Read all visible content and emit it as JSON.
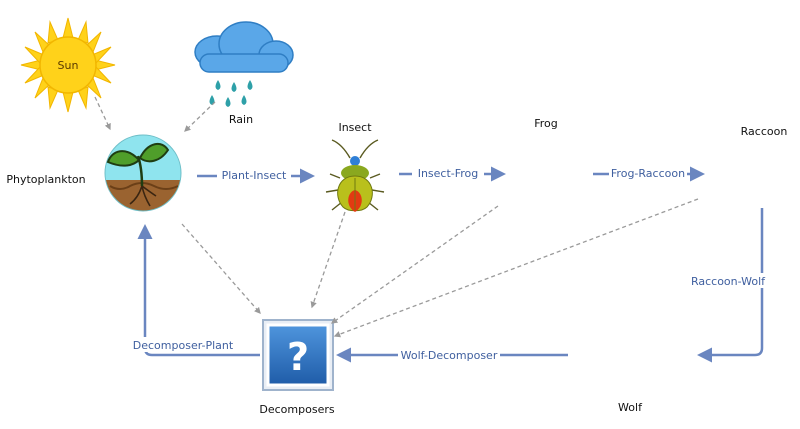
{
  "nodes": {
    "sun": "Sun",
    "rain": "Rain",
    "phytoplankton": "Phytoplankton",
    "insect": "Insect",
    "frog": "Frog",
    "raccoon": "Raccoon",
    "decomposers": "Decomposers",
    "wolf": "Wolf",
    "decomposer_icon_glyph": "?"
  },
  "edges": {
    "plant_insect": "Plant-Insect",
    "insect_frog": "Insect-Frog",
    "frog_raccoon": "Frog-Raccoon",
    "raccoon_wolf": "Raccoon-Wolf",
    "wolf_decomposer": "Wolf-Decomposer",
    "decomposer_plant": "Decomposer-Plant"
  },
  "colors": {
    "flow_arrow": "#6a86c0",
    "energy_arrow": "#9a9a9a",
    "edge_label": "#3f5f9f",
    "sun": "#ffd21a",
    "cloud": "#5aa7e8",
    "decomposer_box": "#2e73c4"
  },
  "icons": {
    "sun": "sun-icon",
    "rain": "rain-cloud-icon",
    "phytoplankton": "sprout-icon",
    "insect": "beetle-icon",
    "decomposers": "question-box-icon"
  }
}
